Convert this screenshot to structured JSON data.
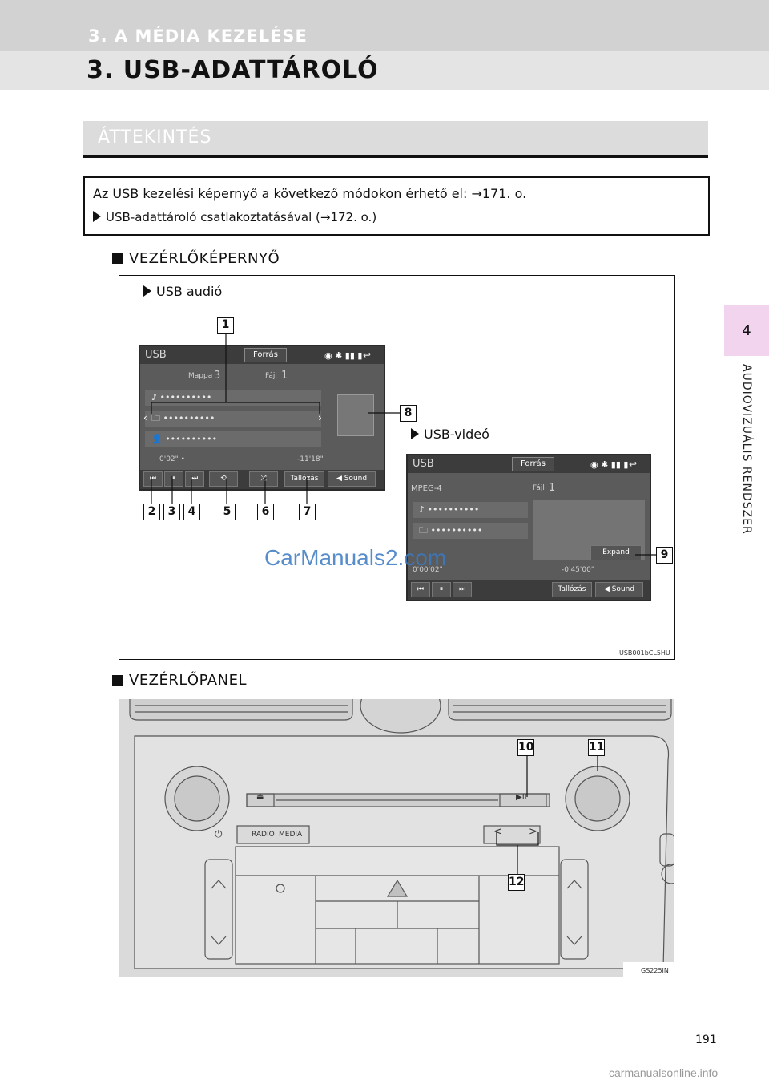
{
  "header": {
    "subtitle": "3. A MÉDIA KEZELÉSE",
    "title": "3. USB-ADATTÁROLÓ"
  },
  "side_tab": {
    "number": "4",
    "label": "AUDIOVIZUÁLIS RENDSZER"
  },
  "section": {
    "title": "ÁTTEKINTÉS"
  },
  "info": {
    "line1": "Az USB kezelési képernyő a következő módokon érhető el: →171. o.",
    "line2": "USB-adattároló csatlakoztatásával (→172. o.)"
  },
  "subheads": {
    "screen": "VEZÉRLŐKÉPERNYŐ",
    "panel": "VEZÉRLŐPANEL"
  },
  "figure1": {
    "audio_label": "USB audió",
    "video_label": "USB-videó",
    "code": "USB001bCL5HU",
    "audio_screen": {
      "title": "USB",
      "source": "Forrás",
      "folder_label": "Mappa",
      "folder_num": "3",
      "file_label": "Fájl",
      "file_num": "1",
      "rows": [
        "♪ ••••••••••",
        "🗀 ••••••••••",
        "👤 ••••••••••"
      ],
      "time_left": "0'02\" •",
      "time_right": "-11'18\"",
      "buttons": [
        "⏮",
        "⏸",
        "⏭",
        "⟲",
        "⤮",
        "Tallózás",
        "◀ Sound"
      ]
    },
    "video_screen": {
      "title": "USB",
      "source": "Forrás",
      "format": "MPEG-4",
      "file_label": "Fájl",
      "file_num": "1",
      "rows": [
        "♪ ••••••••••",
        "🗀 ••••••••••"
      ],
      "expand": "Expand",
      "time_left": "0'00'02\"",
      "time_right": "-0'45'00\"",
      "buttons": [
        "⏮",
        "⏸",
        "⏭",
        "Tallózás",
        "◀ Sound"
      ]
    },
    "callouts": [
      "1",
      "2",
      "3",
      "4",
      "5",
      "6",
      "7",
      "8",
      "9"
    ]
  },
  "figure2": {
    "code": "GS225IN",
    "radio": "RADIO",
    "media": "MEDIA",
    "callouts": [
      "10",
      "11",
      "12"
    ]
  },
  "watermark1": "CarManuals2.com",
  "page_number": "191",
  "watermark2": "carmanualsonline.info"
}
